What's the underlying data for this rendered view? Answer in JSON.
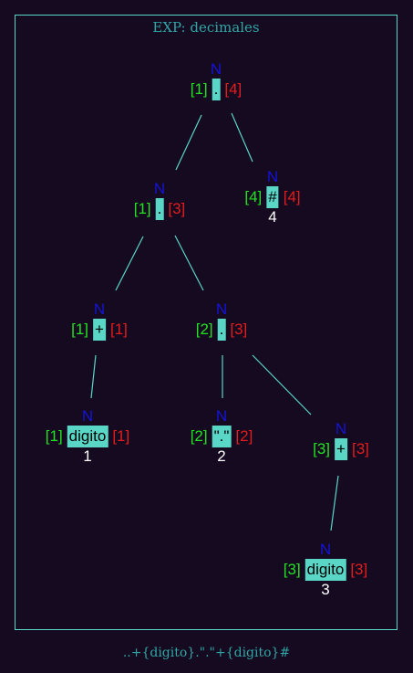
{
  "title": "EXP: decimales",
  "caption": "..+{digito}.\".\"+{digito}#",
  "colors": {
    "node_label": "#1414d8",
    "firstpos": "#22e122",
    "lastpos": "#e21c1c",
    "symbol_bg": "#5ad6c6",
    "edge": "#5ad6c6",
    "position": "#ffffff",
    "title": "#2fa6a6"
  },
  "nodes": [
    {
      "id": "n_root_cat",
      "label": "N",
      "first": "[1]",
      "sym": ".",
      "last": "[4]",
      "pos": ""
    },
    {
      "id": "n_cat_left",
      "label": "N",
      "first": "[1]",
      "sym": ".",
      "last": "[3]",
      "pos": ""
    },
    {
      "id": "n_end_hash",
      "label": "N",
      "first": "[4]",
      "sym": "#",
      "last": "[4]",
      "pos": "4"
    },
    {
      "id": "n_plus_1",
      "label": "N",
      "first": "[1]",
      "sym": "+",
      "last": "[1]",
      "pos": ""
    },
    {
      "id": "n_cat_inner",
      "label": "N",
      "first": "[2]",
      "sym": ".",
      "last": "[3]",
      "pos": ""
    },
    {
      "id": "n_digito_1",
      "label": "N",
      "first": "[1]",
      "sym": "digito",
      "last": "[1]",
      "pos": "1"
    },
    {
      "id": "n_dot_lit",
      "label": "N",
      "first": "[2]",
      "sym": "\".\"",
      "last": "[2]",
      "pos": "2"
    },
    {
      "id": "n_plus_3",
      "label": "N",
      "first": "[3]",
      "sym": "+",
      "last": "[3]",
      "pos": ""
    },
    {
      "id": "n_digito_3",
      "label": "N",
      "first": "[3]",
      "sym": "digito",
      "last": "[3]",
      "pos": "3"
    }
  ],
  "edges": [
    [
      "n_root_cat",
      "n_cat_left"
    ],
    [
      "n_root_cat",
      "n_end_hash"
    ],
    [
      "n_cat_left",
      "n_plus_1"
    ],
    [
      "n_cat_left",
      "n_cat_inner"
    ],
    [
      "n_plus_1",
      "n_digito_1"
    ],
    [
      "n_cat_inner",
      "n_dot_lit"
    ],
    [
      "n_cat_inner",
      "n_plus_3"
    ],
    [
      "n_plus_3",
      "n_digito_3"
    ]
  ]
}
